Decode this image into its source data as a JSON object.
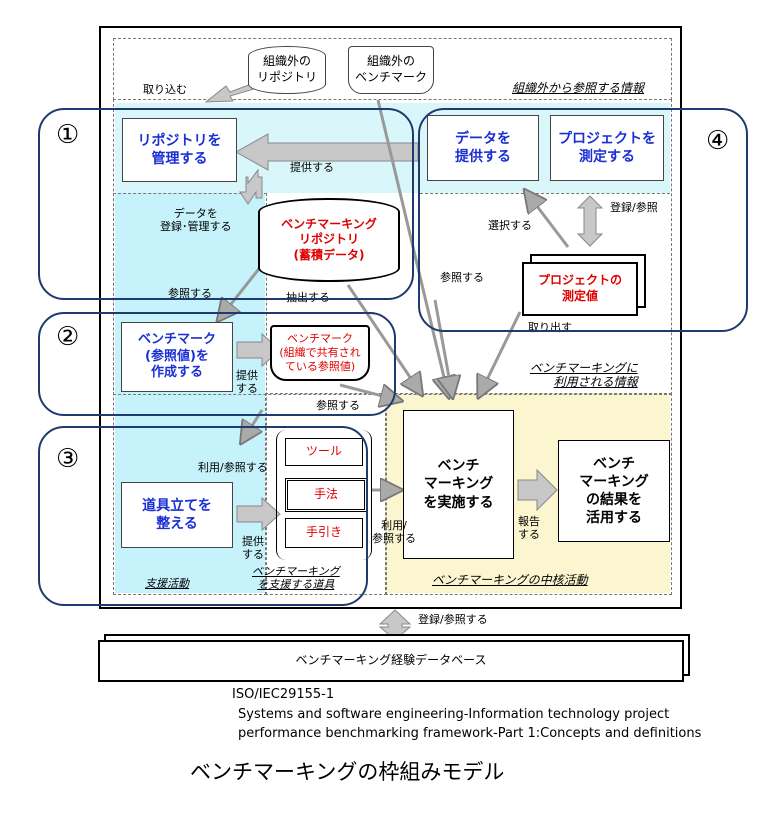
{
  "diagram": {
    "sections": {
      "external": "組織外から参照する情報",
      "used": "ベンチマーキングに\n利用される情報",
      "support": "支援活動",
      "tools": "ベンチマーキング\nを支援する道具",
      "core": "ベンチマーキングの中核活動"
    },
    "external_sources": {
      "repository": "組織外の\nリポジトリ",
      "benchmark": "組織外の\nベンチマーク"
    },
    "activities": {
      "manage_repository": "リポジトリを\n管理する",
      "provide_data": "データを\n提供する",
      "measure_project": "プロジェクトを\n測定する",
      "create_benchmark": "ベンチマーク\n(参照値)を\n作成する",
      "prepare_tools": "道具立てを\n整える",
      "perform_benchmarking": "ベンチ\nマーキング\nを実施する",
      "use_results": "ベンチ\nマーキング\nの結果を\n活用する"
    },
    "stores": {
      "repository": "ベンチマーキング\nリポジトリ\n(蓄積データ)",
      "shared_benchmark": "ベンチマーク\n(組織で共有され\nている参照値)",
      "project_measures": "プロジェクトの\n測定値",
      "experience_db": "ベンチマーキング経験データベース"
    },
    "tools": [
      "ツール",
      "手法",
      "手引き"
    ],
    "flows": {
      "import": "取り込む",
      "provide_1": "提供する",
      "register_manage": "データを\n登録･管理する",
      "select": "選択する",
      "register_refer_1": "登録/参照",
      "refer_1": "参照する",
      "refer_2": "参照する",
      "extract": "抽出する",
      "take_out": "取り出す",
      "provide_2": "提供\nする",
      "refer_3": "参照する",
      "use_refer_1": "利用/参照する",
      "provide_3": "提供\nする",
      "use_refer_2": "利用/\n参照する",
      "report": "報告\nする",
      "register_refer_2": "登録/参照する"
    },
    "groups": [
      "①",
      "②",
      "③",
      "④"
    ]
  },
  "caption": {
    "standard": "ISO/IEC29155-1",
    "line1": "Systems and software engineering-Information technology project",
    "line2": "performance  benchmarking framework-Part 1:Concepts and definitions",
    "title": "ベンチマーキングの枠組みモデル"
  }
}
